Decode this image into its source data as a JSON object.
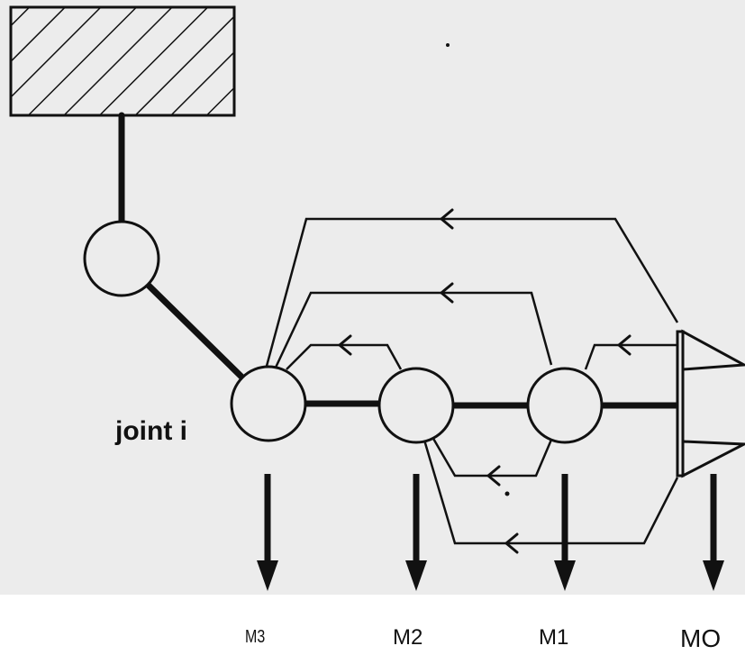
{
  "figure": {
    "joint_label": "joint i",
    "mass_labels": [
      "M3",
      "M2",
      "M1",
      "MO"
    ]
  }
}
